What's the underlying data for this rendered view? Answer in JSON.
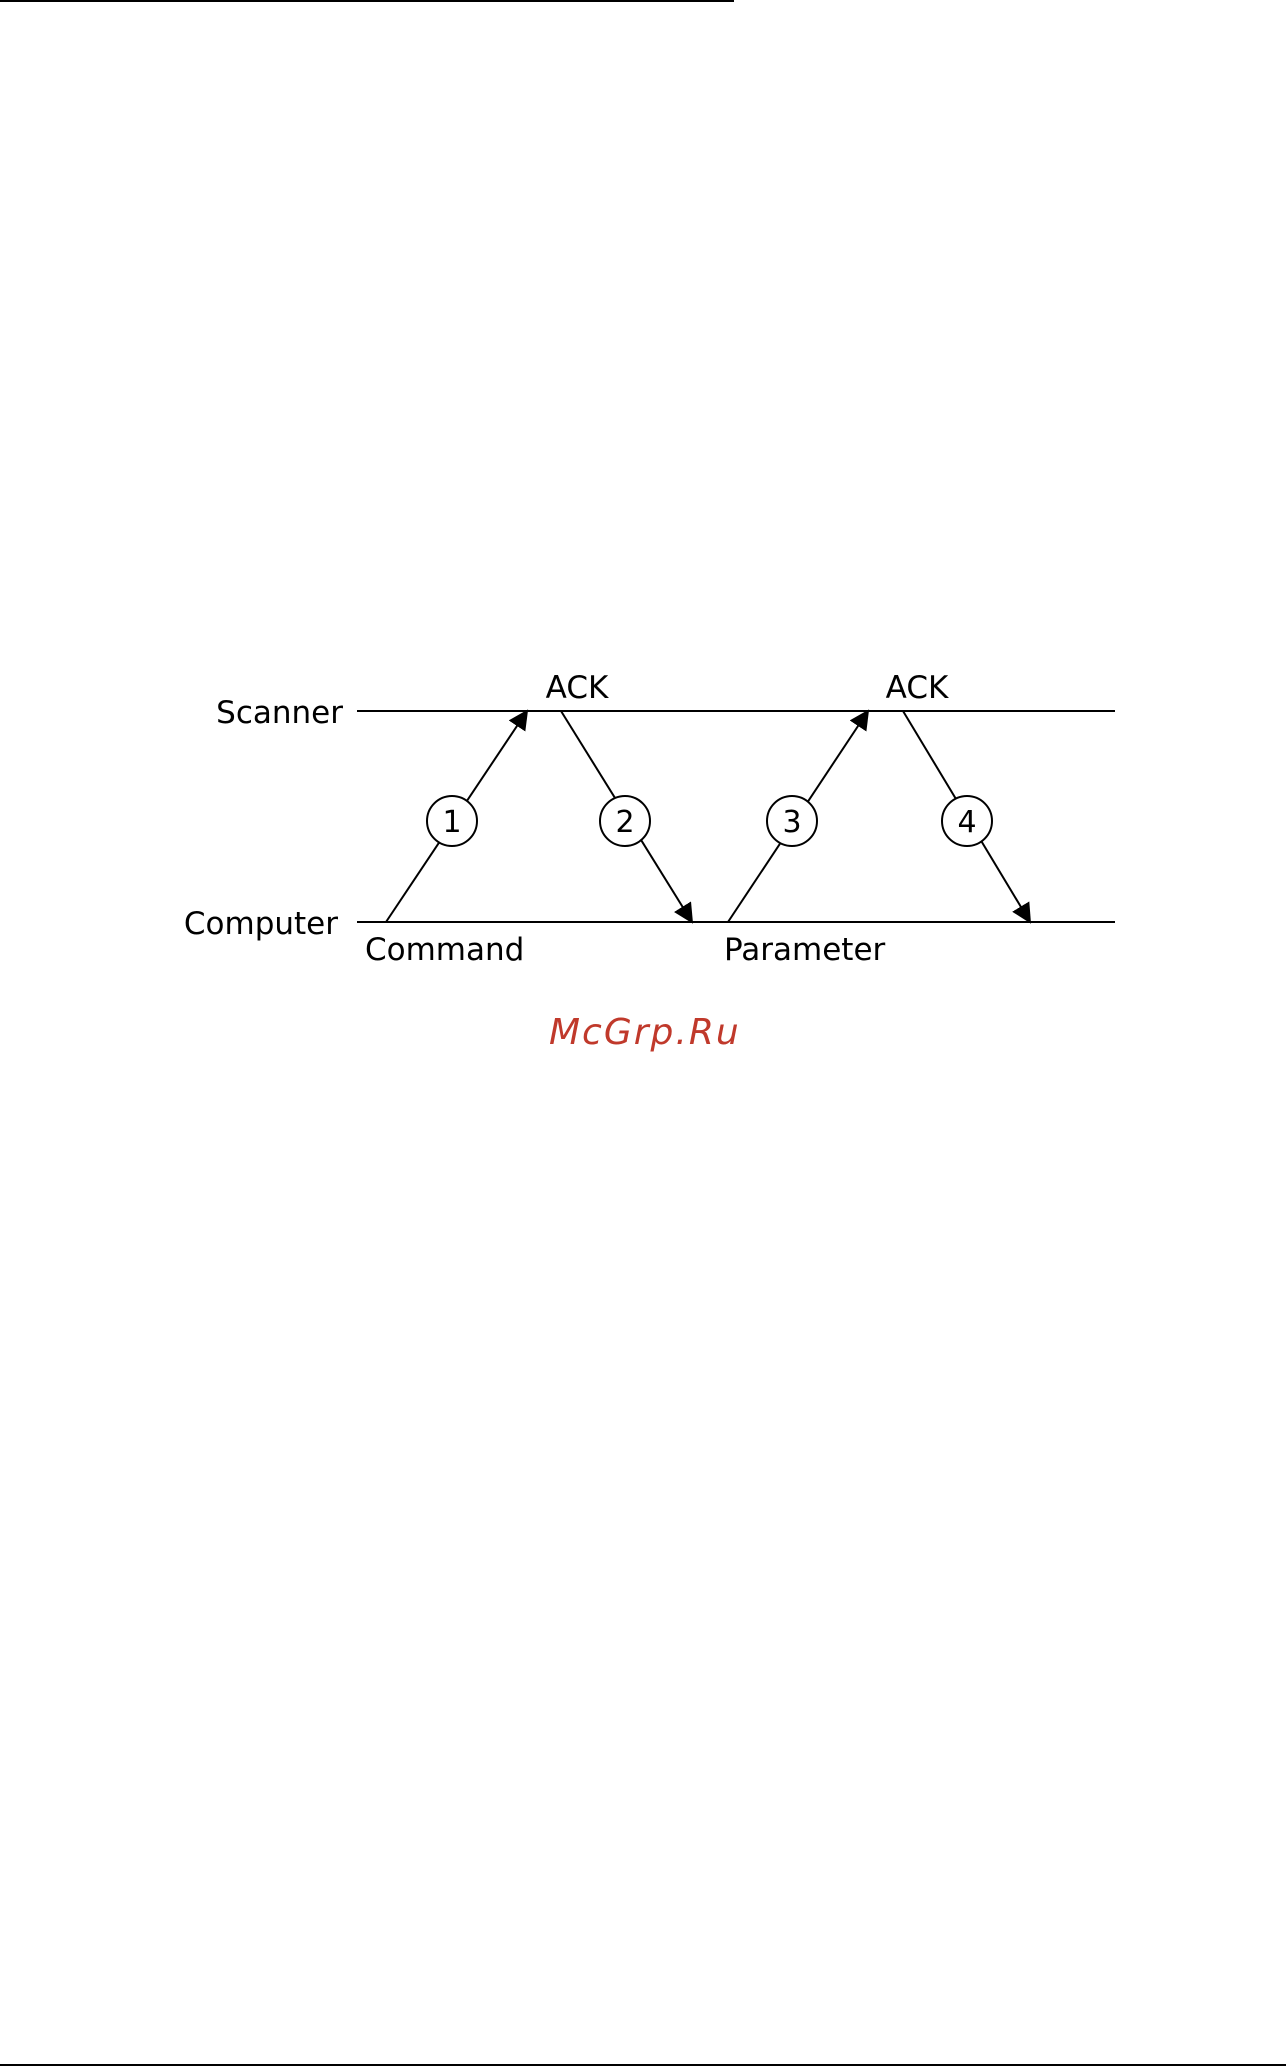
{
  "diagram": {
    "lanes": {
      "top_label": "Scanner",
      "bottom_label": "Computer"
    },
    "top_labels": [
      "ACK",
      "ACK"
    ],
    "bottom_labels": [
      "Command",
      "Parameter"
    ],
    "steps": [
      "1",
      "2",
      "3",
      "4"
    ]
  },
  "watermark": {
    "text": "McGrp.Ru",
    "color": "#c0392b"
  }
}
